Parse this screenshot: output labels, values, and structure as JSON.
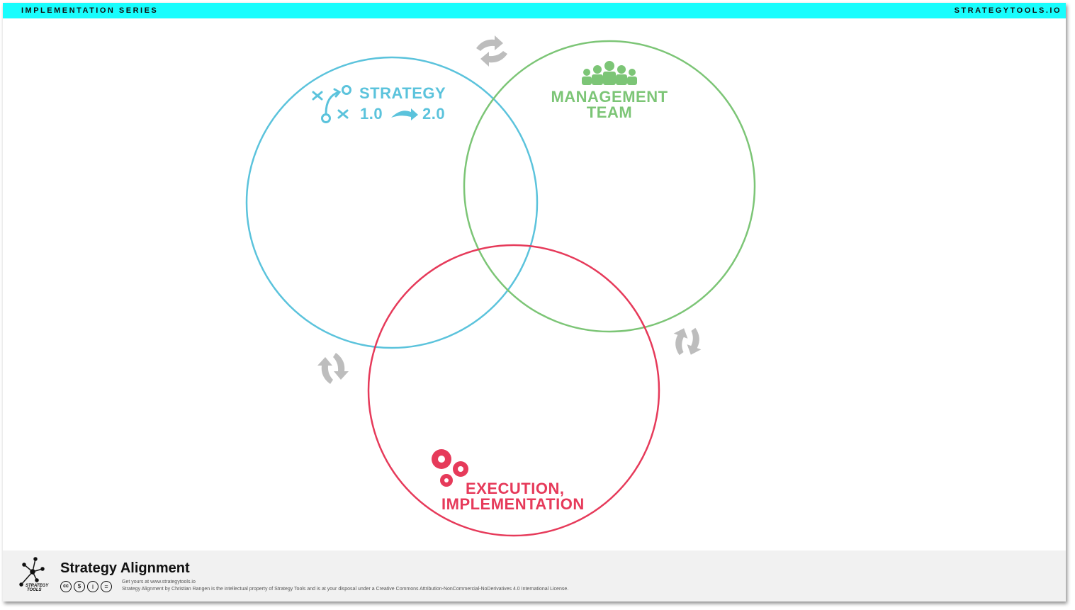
{
  "header": {
    "left": "IMPLEMENTATION SERIES",
    "right": "STRATEGYTOOLS.IO"
  },
  "diagram": {
    "strategy": {
      "title": "STRATEGY",
      "from": "1.0",
      "to": "2.0",
      "color": "#5bc3dc"
    },
    "management": {
      "line1": "MANAGEMENT",
      "line2": "TEAM",
      "color": "#7cc576"
    },
    "execution": {
      "line1": "EXECUTION,",
      "line2": "IMPLEMENTATION",
      "color": "#e63a5a"
    },
    "cycle_arrow_color": "#bdbdbd"
  },
  "footer": {
    "title": "Strategy Alignment",
    "logo_text": "STRATEGY TOOLS",
    "get_yours": "Get yours at www.strategytools.io",
    "license": "Strategy Alignment by Christian Rangen is the intellectual property of Strategy Tools and is at your disposal under a Creative Commons Attribution-NonCommercial-NoDerivatives 4.0 International License.",
    "cc_icons": [
      "cc",
      "nc",
      "by",
      "nd"
    ]
  }
}
